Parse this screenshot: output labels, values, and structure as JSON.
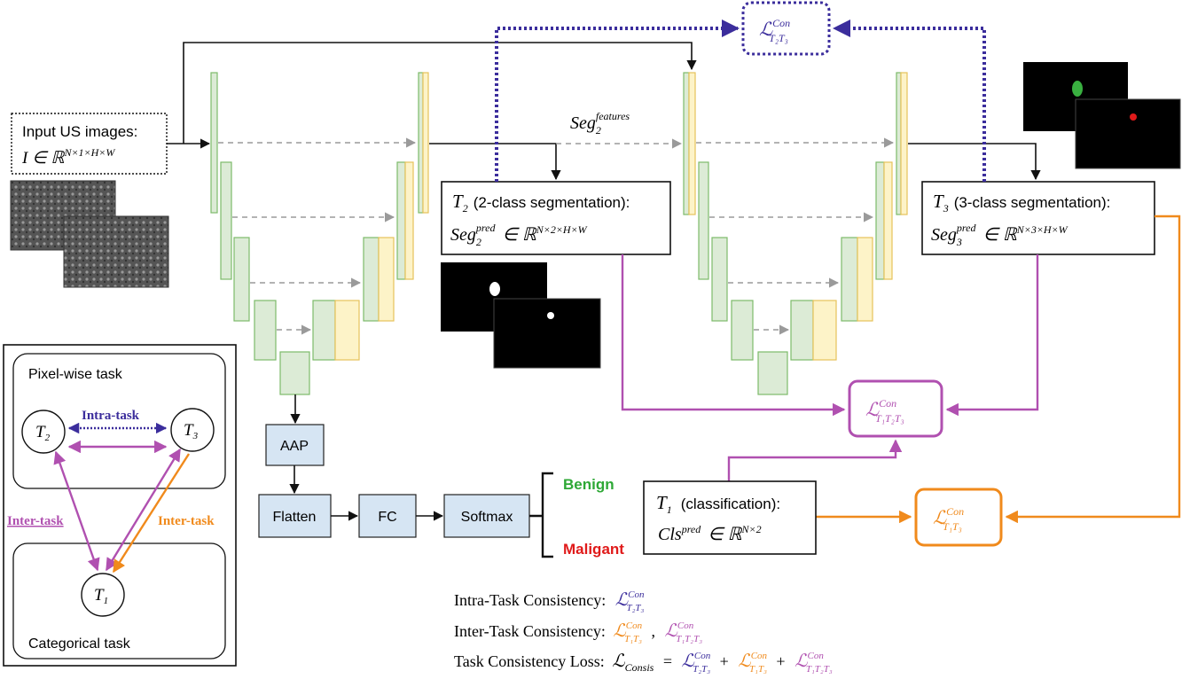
{
  "input": {
    "title": "Input US images:",
    "formula": "I ∈ ℝ",
    "formula_sup": "N×1×H×W"
  },
  "seg_features": {
    "base": "Seg",
    "sub": "2",
    "sup": "features"
  },
  "t2_box": {
    "title_sym": "T",
    "title_sub": "2",
    "title_text": "(2-class segmentation):",
    "formula_base": "Seg",
    "formula_sub": "2",
    "formula_sup": "pred",
    "formula_rest": "∈ ℝ",
    "formula_dims": "N×2×H×W"
  },
  "t3_box": {
    "title_sym": "T",
    "title_sub": "3",
    "title_text": "(3-class segmentation):",
    "formula_base": "Seg",
    "formula_sub": "3",
    "formula_sup": "pred",
    "formula_rest": "∈ ℝ",
    "formula_dims": "N×3×H×W"
  },
  "t1_box": {
    "title_sym": "T",
    "title_sub": "1",
    "title_text": "(classification):",
    "formula_base": "Cls",
    "formula_sup": "pred",
    "formula_rest": "∈ ℝ",
    "formula_dims": "N×2"
  },
  "losses": {
    "l23": {
      "sym": "ℒ",
      "sup": "Con",
      "sub": "T₂T₃"
    },
    "l123": {
      "sym": "ℒ",
      "sup": "Con",
      "sub": "T₁T₂T₃"
    },
    "l13": {
      "sym": "ℒ",
      "sup": "Con",
      "sub": "T₁T₃"
    }
  },
  "blocks": {
    "aap": "AAP",
    "flatten": "Flatten",
    "fc": "FC",
    "softmax": "Softmax"
  },
  "classes": {
    "benign": "Benign",
    "malignant": "Maligant"
  },
  "legend": {
    "pixel_task": "Pixel-wise task",
    "categorical_task": "Categorical task",
    "intra": "Intra-task",
    "inter_left": "Inter-task",
    "inter_right": "Inter-task",
    "t1": "T",
    "t1_sub": "1",
    "t2": "T",
    "t2_sub": "2",
    "t3": "T",
    "t3_sub": "3"
  },
  "formulas": {
    "intra_label": "Intra-Task Consistency:",
    "inter_label": "Inter-Task Consistency:",
    "total_label": "Task Consistency Loss:",
    "consis_sym": "ℒ",
    "consis_sub": "Consis",
    "eq": "=",
    "plus": "+",
    "comma": ","
  },
  "colors": {
    "purple": "#b050b0",
    "orange": "#f08a1c",
    "navy": "#3b2d9c",
    "benign_green": "#2ea836",
    "malignant_red": "#e01a1a",
    "block_fill": "#d6e5f3"
  }
}
